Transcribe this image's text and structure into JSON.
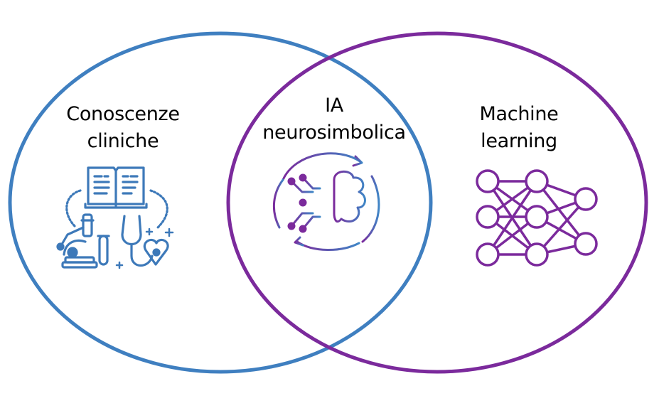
{
  "diagram": {
    "type": "venn",
    "sets": [
      {
        "id": "clinical-knowledge",
        "lines": [
          "Conoscenze",
          "cliniche"
        ],
        "color": "#3f7fc0",
        "icon": "clinical-knowledge-icon"
      },
      {
        "id": "machine-learning",
        "lines": [
          "Machine",
          "learning"
        ],
        "color": "#7b2a9c",
        "icon": "neural-network-icon"
      }
    ],
    "intersection": {
      "id": "neurosymbolic-ai",
      "lines": [
        "IA",
        "neurosimbolica"
      ],
      "icon": "neurosymbolic-brain-icon",
      "gradient": [
        "#7b2a9c",
        "#3f7fc0"
      ]
    }
  }
}
